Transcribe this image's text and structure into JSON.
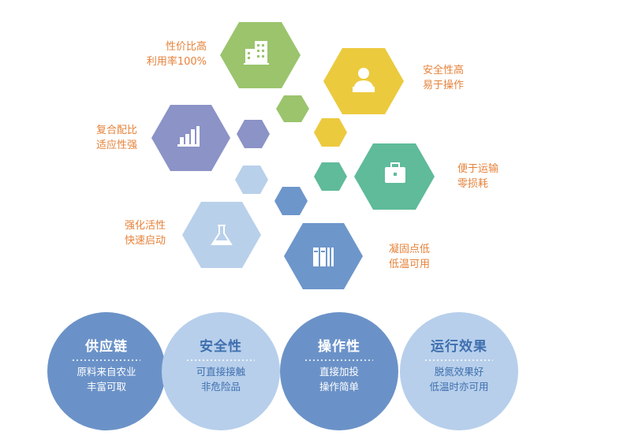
{
  "benefits": [
    {
      "lines": [
        "性价比高",
        "利用率100%"
      ],
      "color": "#9bc46d",
      "icon": "building-icon"
    },
    {
      "lines": [
        "安全性高",
        "易于操作"
      ],
      "color": "#ecca3e",
      "icon": "person-icon"
    },
    {
      "lines": [
        "复合配比",
        "适应性强"
      ],
      "color": "#8b93c7",
      "icon": "bar-chart-icon"
    },
    {
      "lines": [
        "便于运输",
        "零损耗"
      ],
      "color": "#5fbb9a",
      "icon": "briefcase-icon"
    },
    {
      "lines": [
        "强化活性",
        "快速启动"
      ],
      "color": "#b9d0ea",
      "icon": "flask-icon"
    },
    {
      "lines": [
        "凝固点低",
        "低温可用"
      ],
      "color": "#6d96cb",
      "icon": "binders-icon"
    }
  ],
  "features": [
    {
      "title": "供应链",
      "lines": [
        "原料来自农业",
        "丰富可取"
      ],
      "color": "#6b92c8"
    },
    {
      "title": "安全性",
      "lines": [
        "可直接接触",
        "非危险品"
      ],
      "color": "#b7cfeb"
    },
    {
      "title": "操作性",
      "lines": [
        "直接加投",
        "操作简单"
      ],
      "color": "#6b92c8"
    },
    {
      "title": "运行效果",
      "lines": [
        "脱氮效果好",
        "低温时亦可用"
      ],
      "color": "#b7cfeb"
    }
  ],
  "label_color": "#e6823a"
}
